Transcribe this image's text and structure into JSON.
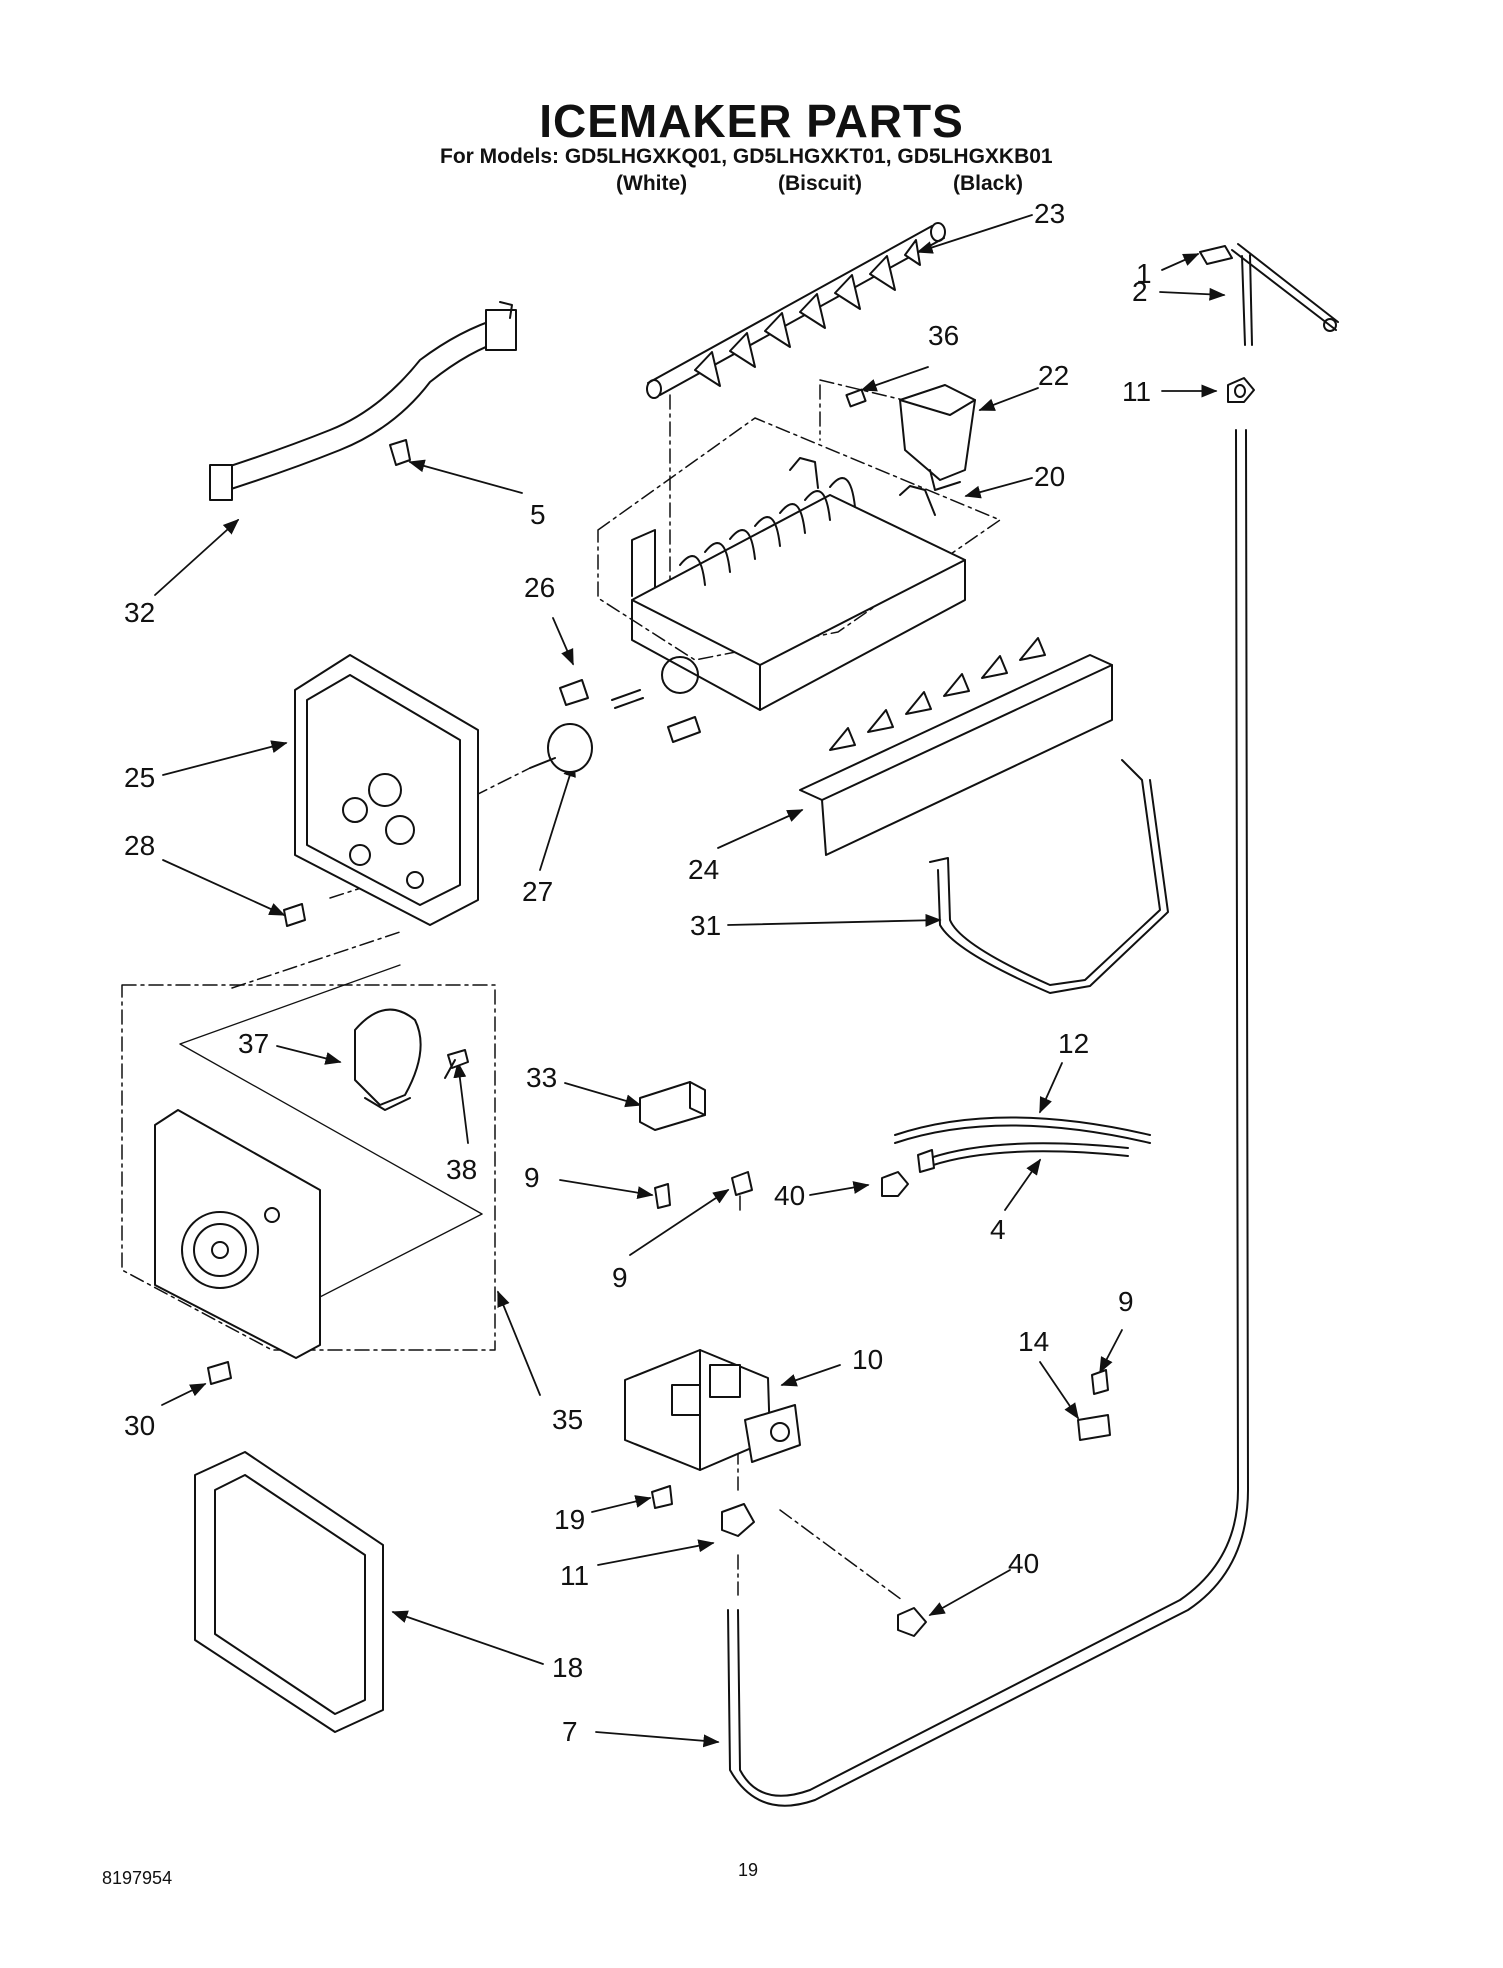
{
  "title": "ICEMAKER PARTS",
  "models_line": "For Models: GD5LHGXKQ01, GD5LHGXKT01, GD5LHGXKB01",
  "colors": [
    "(White)",
    "(Biscuit)",
    "(Black)"
  ],
  "callouts": [
    "23",
    "1",
    "2",
    "36",
    "22",
    "11",
    "20",
    "5",
    "32",
    "26",
    "25",
    "28",
    "27",
    "24",
    "31",
    "12",
    "37",
    "33",
    "38",
    "9",
    "40",
    "4",
    "9",
    "9",
    "14",
    "10",
    "30",
    "35",
    "19",
    "11",
    "40",
    "18",
    "7"
  ],
  "footer": {
    "doc_number": "8197954",
    "page_number": "19"
  }
}
